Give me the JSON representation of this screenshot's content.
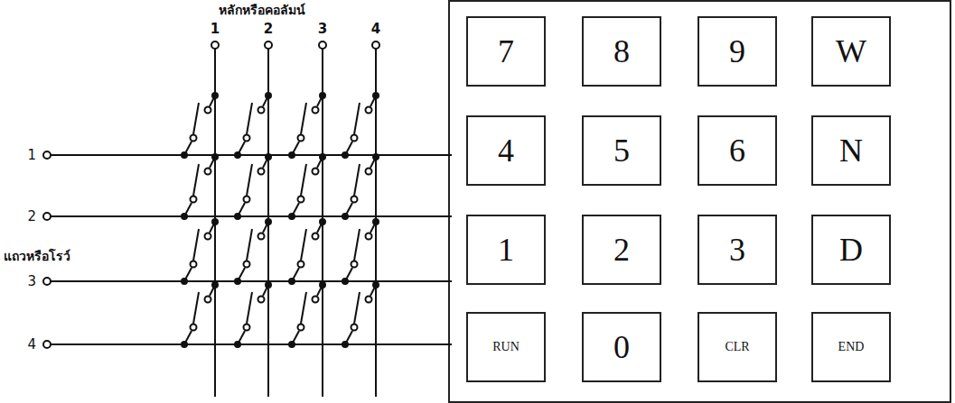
{
  "diagram": {
    "nodes": [
      {
        "text": [
          "7"
        ]
      },
      {
        "text": [
          "8"
        ]
      },
      {
        "text": [
          "9"
        ]
      },
      {
        "text": [
          "W"
        ]
      },
      {
        "text": [
          "4"
        ]
      },
      {
        "text": [
          "5"
        ]
      },
      {
        "text": [
          "6"
        ]
      },
      {
        "text": [
          "N"
        ]
      },
      {
        "text": [
          "1"
        ]
      },
      {
        "text": [
          "2"
        ]
      },
      {
        "text": [
          "3"
        ]
      },
      {
        "text": [
          "D"
        ]
      },
      {
        "text": [
          "RUN"
        ]
      },
      {
        "text": [
          "0"
        ]
      },
      {
        "text": [
          "CLR"
        ]
      },
      {
        "text": [
          "END"
        ]
      }
    ],
    "labels": [
      "หลักหรือคอลัมน์",
      "1",
      "2",
      "3",
      "4",
      "1",
      "2",
      "3",
      "4",
      "แถวหรือโรว์"
    ]
  }
}
